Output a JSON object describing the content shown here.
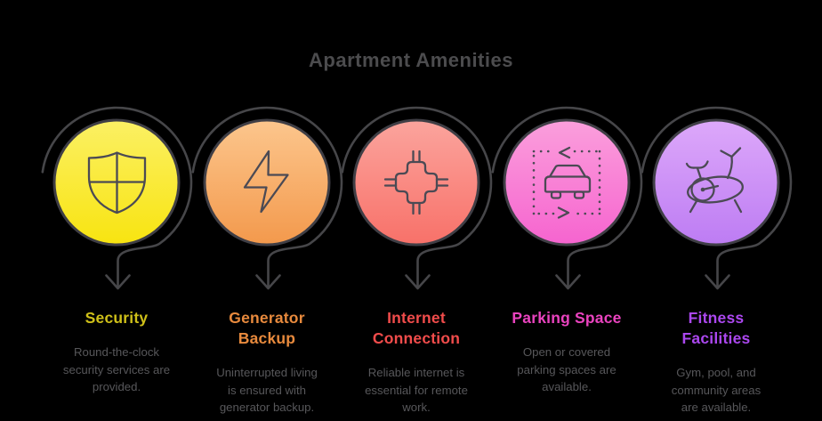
{
  "title": "Apartment Amenities",
  "items": [
    {
      "heading": "Security",
      "heading_color": "#cfc019",
      "description": "Round-the-clock\nsecurity services are\nprovided.",
      "icon": "shield",
      "circle_top": "#fbf064",
      "circle_bottom": "#f8e410"
    },
    {
      "heading": "Generator\nBackup",
      "heading_color": "#e88a3d",
      "description": "Uninterrupted living\nis ensured with\ngenerator backup.",
      "icon": "lightning-bolt",
      "circle_top": "#fcc68d",
      "circle_bottom": "#f3994c"
    },
    {
      "heading": "Internet\nConnection",
      "heading_color": "#f14c4b",
      "description": "Reliable internet is\nessential for remote\nwork.",
      "icon": "circuit-chip",
      "circle_top": "#fba49d",
      "circle_bottom": "#f87169"
    },
    {
      "heading": "Parking Space",
      "heading_color": "#ea43bf",
      "description": "Open or covered\nparking spaces are\navailable.",
      "icon": "car-in-dotted-frame",
      "circle_top": "#fb9fdc",
      "circle_bottom": "#f664cf"
    },
    {
      "heading": "Fitness\nFacilities",
      "heading_color": "#ab47ef",
      "description": "Gym, pool, and\ncommunity areas\nare available.",
      "icon": "exercise-bike",
      "circle_top": "#dda8fa",
      "circle_bottom": "#bd7cf3"
    }
  ],
  "colors": {
    "background": "#000000",
    "title": "#4c4c4e",
    "description": "#57575a",
    "connector": "#464649",
    "circle_outline": "#3f3e45",
    "icon_stroke": "#4b4a54"
  }
}
